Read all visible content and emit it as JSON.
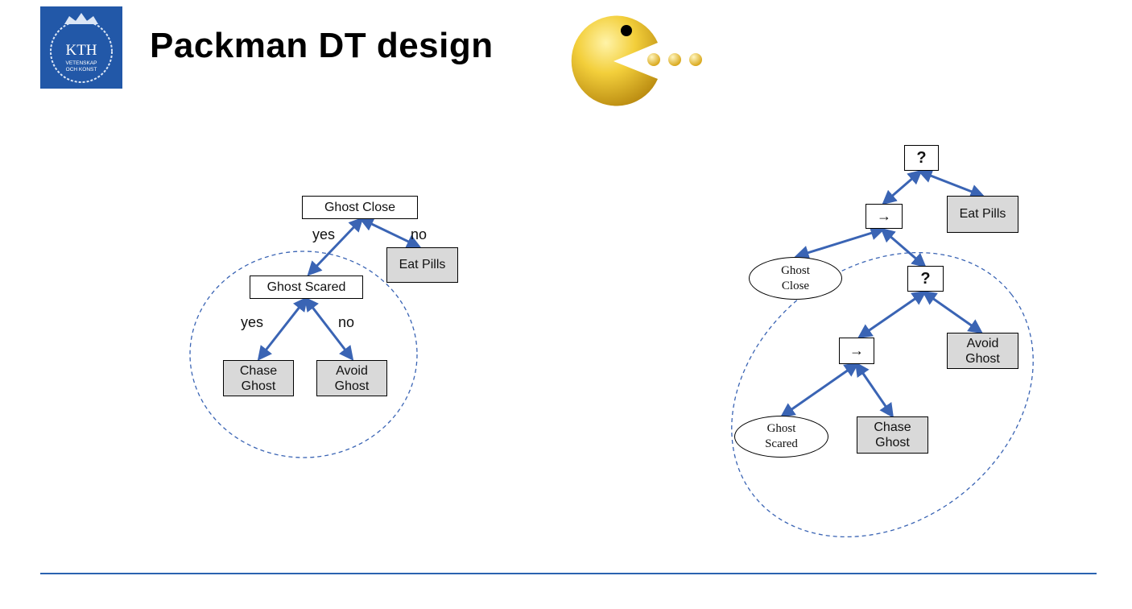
{
  "header": {
    "title": "Packman DT design",
    "logo_text": "KTH",
    "logo_sub1": "VETENSKAP",
    "logo_sub2": "OCH KONST"
  },
  "colors": {
    "logo_bg": "#2258a8",
    "arrow": "#3a64b4",
    "leaf_fill": "#d9d9d9",
    "pacman": "#f3cf3b",
    "rule": "#2b63b0"
  },
  "decision_tree": {
    "root": "Ghost Close",
    "root_yes": "yes",
    "root_no": "no",
    "no_leaf": "Eat Pills",
    "sub": "Ghost Scared",
    "sub_yes": "yes",
    "sub_no": "no",
    "sub_yes_leaf_l1": "Chase",
    "sub_yes_leaf_l2": "Ghost",
    "sub_no_leaf_l1": "Avoid",
    "sub_no_leaf_l2": "Ghost"
  },
  "behavior_tree": {
    "root_fallback": "?",
    "sequence1": "→",
    "eat_pills": "Eat Pills",
    "ghost_close_l1": "Ghost",
    "ghost_close_l2": "Close",
    "fallback2": "?",
    "sequence2": "→",
    "avoid_l1": "Avoid",
    "avoid_l2": "Ghost",
    "ghost_scared_l1": "Ghost",
    "ghost_scared_l2": "Scared",
    "chase_l1": "Chase",
    "chase_l2": "Ghost"
  }
}
